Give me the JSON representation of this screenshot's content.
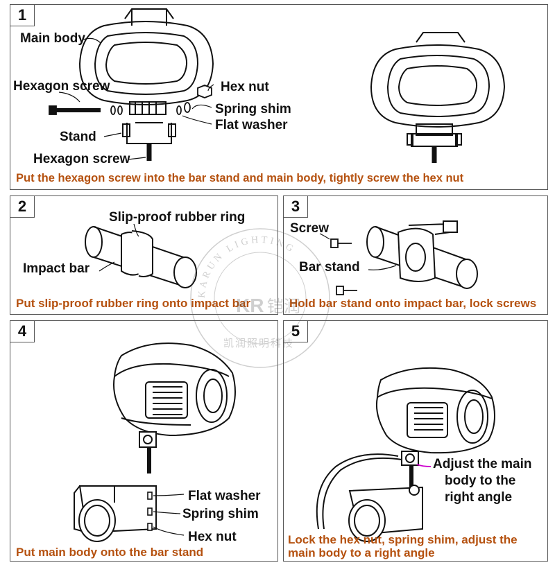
{
  "steps": [
    {
      "number": "1",
      "labels": {
        "main_body": "Main body",
        "hexagon_screw_top": "Hexagon screw",
        "hex_nut": "Hex nut",
        "spring_shim": "Spring shim",
        "flat_washer": "Flat washer",
        "stand": "Stand",
        "hexagon_screw_bottom": "Hexagon screw"
      },
      "caption": "Put the hexagon screw into the bar stand and main body, tightly screw the hex nut"
    },
    {
      "number": "2",
      "labels": {
        "rubber_ring": "Slip-proof rubber ring",
        "impact_bar": "Impact bar"
      },
      "caption": "Put slip-proof rubber ring onto impact bar"
    },
    {
      "number": "3",
      "labels": {
        "screw": "Screw",
        "bar_stand": "Bar stand"
      },
      "caption": "Hold bar stand onto impact bar, lock screws"
    },
    {
      "number": "4",
      "labels": {
        "flat_washer": "Flat washer",
        "spring_shim": "Spring shim",
        "hex_nut": "Hex nut"
      },
      "caption": "Put main body onto the bar stand"
    },
    {
      "number": "5",
      "labels": {
        "adjust_1": "Adjust the main",
        "adjust_2": "body to the",
        "adjust_3": "right angle"
      },
      "caption_1": "Lock the hex nut, spring shim, adjust the",
      "caption_2": "main body to a right angle"
    }
  ],
  "watermark": {
    "ring_text": "KARUN LIGHTING",
    "logo": "KR",
    "cn_brand": "铠润",
    "cn_bottom": "凯润照明科技"
  },
  "colors": {
    "caption": "#b5510f",
    "border": "#555555",
    "accent_line": "#cc00cc"
  }
}
